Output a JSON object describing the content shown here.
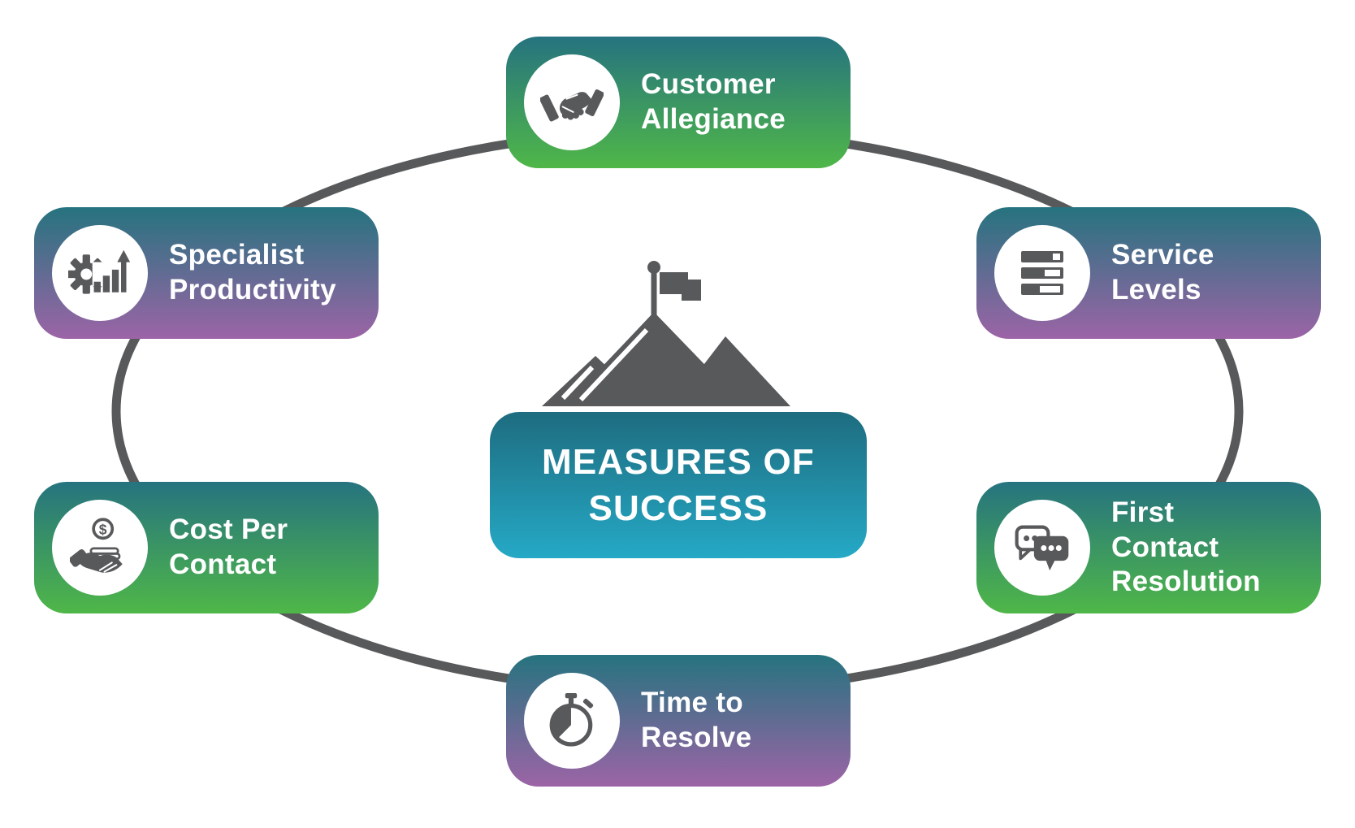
{
  "center": {
    "title_lines": [
      "MEASURES OF",
      "SUCCESS"
    ],
    "icon": "mountain-summit-flag-icon"
  },
  "nodes": [
    {
      "id": "customer-allegiance",
      "lines": [
        "Customer",
        "Allegiance"
      ],
      "icon": "handshake-icon",
      "gradient": "teal-green",
      "position": "top"
    },
    {
      "id": "service-levels",
      "lines": [
        "Service",
        "Levels"
      ],
      "icon": "service-level-bars-icon",
      "gradient": "teal-purple",
      "position": "top-right"
    },
    {
      "id": "first-contact-resolution",
      "lines": [
        "First",
        "Contact",
        "Resolution"
      ],
      "icon": "chat-bubbles-icon",
      "gradient": "teal-green",
      "position": "bottom-right"
    },
    {
      "id": "time-to-resolve",
      "lines": [
        "Time to",
        "Resolve"
      ],
      "icon": "stopwatch-icon",
      "gradient": "teal-purple",
      "position": "bottom"
    },
    {
      "id": "cost-per-contact",
      "lines": [
        "Cost Per",
        "Contact"
      ],
      "icon": "coin-hand-icon",
      "gradient": "teal-green",
      "position": "bottom-left"
    },
    {
      "id": "specialist-productivity",
      "lines": [
        "Specialist",
        "Productivity"
      ],
      "icon": "gear-growth-chart-icon",
      "gradient": "teal-purple",
      "position": "top-left"
    }
  ],
  "colors": {
    "teal_top": "#26737f",
    "green_bottom": "#4fb748",
    "purple_bottom": "#9c64a6",
    "center_teal_dark": "#1e6c7f",
    "center_teal_light": "#25a9c6",
    "icon_gray": "#58595b",
    "text_white": "#ffffff"
  }
}
